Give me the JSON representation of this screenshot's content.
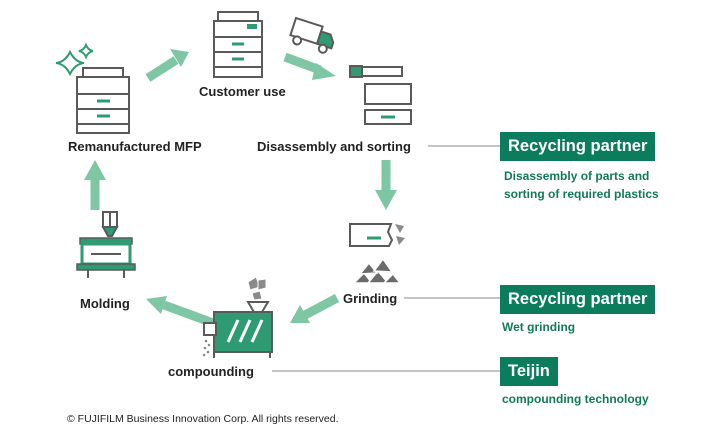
{
  "stages": {
    "customer_use": "Customer use",
    "disassembly": "Disassembly and sorting",
    "grinding": "Grinding",
    "compounding": "compounding",
    "molding": "Molding",
    "remanufactured": "Remanufactured MFP"
  },
  "partners": [
    {
      "title": "Recycling partner",
      "desc_lines": [
        "Disassembly of parts and",
        "sorting of required plastics"
      ]
    },
    {
      "title": "Recycling partner",
      "desc_lines": [
        "Wet grinding"
      ]
    },
    {
      "title": "Teijin",
      "desc_lines": [
        "compounding technology"
      ]
    }
  ],
  "copyright": "© FUJIFILM Business Innovation Corp. All rights reserved.",
  "colors": {
    "accent": "#0b7d5c",
    "arrow": "#7fc7a4",
    "icon_green": "#2f9b72",
    "icon_gray": "#6b6b6b"
  },
  "icons": [
    "mfp-icon",
    "truck-icon",
    "disassembled-parts-icon",
    "broken-plastic-icon",
    "ground-pellets-icon",
    "compounding-machine-icon",
    "mold-press-icon",
    "sparkle-icon"
  ]
}
